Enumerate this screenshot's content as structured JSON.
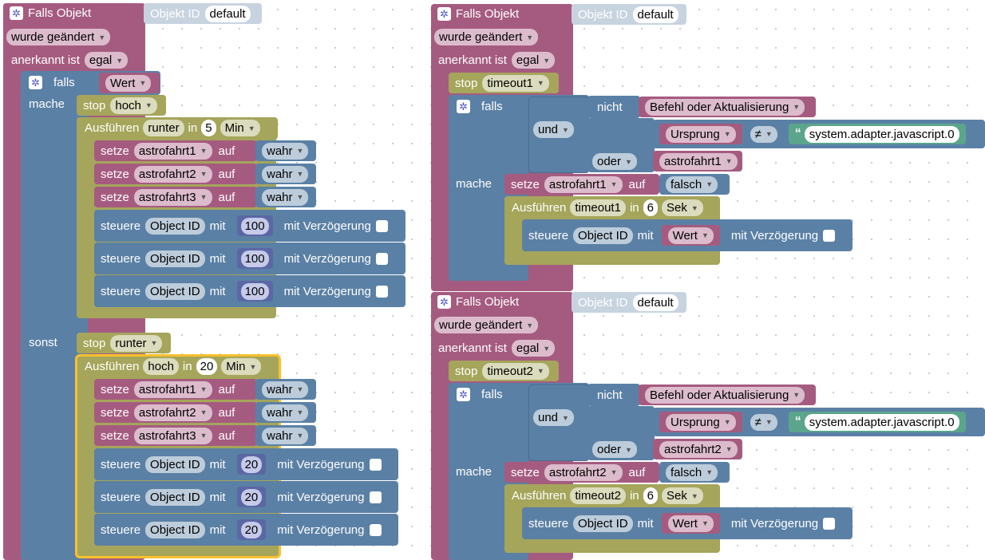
{
  "blocks": {
    "trigger_header": "Falls Objekt",
    "object_id_label": "Objekt ID",
    "object_id_value": "default",
    "changed": "wurde geändert",
    "ack_label": "anerkannt ist",
    "ack_value": "egal",
    "if_label": "falls",
    "do_label": "mache",
    "else_label": "sonst",
    "stop_label": "stop",
    "exec_label": "Ausführen",
    "in_label": "in",
    "set_label": "setze",
    "to_label": "auf",
    "control_label": "steuere",
    "control_id": "Object ID",
    "with_label": "mit",
    "delay_label": "mit Verzögerung",
    "and_label": "und",
    "or_label": "oder",
    "not_label": "nicht",
    "not_value": "Befehl oder Aktualisierung",
    "origin": "Ursprung",
    "neq": "≠",
    "adapter": "system.adapter.javascript.0",
    "value": "Wert",
    "true_val": "wahr",
    "false_val": "falsch",
    "unit_min": "Min",
    "unit_sec": "Sek"
  },
  "left": {
    "top_stop": "hoch",
    "top_timer": "runter",
    "top_delay": "5",
    "top_vars": [
      "astrofahrt1",
      "astrofahrt2",
      "astrofahrt3"
    ],
    "top_values": [
      "100",
      "100",
      "100"
    ],
    "else_stop": "runter",
    "else_timer": "hoch",
    "else_delay": "20",
    "else_vars": [
      "astrofahrt1",
      "astrofahrt2",
      "astrofahrt3"
    ],
    "else_values": [
      "20",
      "20",
      "20"
    ]
  },
  "right": [
    {
      "timeout": "timeout1",
      "var": "astrofahrt1",
      "delay": "6"
    },
    {
      "timeout": "timeout2",
      "var": "astrofahrt2",
      "delay": "6"
    }
  ],
  "colors": {
    "event": "#a55b80",
    "logic": "#5b80a5",
    "timer": "#a5a55b",
    "math": "#5b67a5",
    "text": "#5ba58c",
    "selected": "#fbc02d"
  }
}
